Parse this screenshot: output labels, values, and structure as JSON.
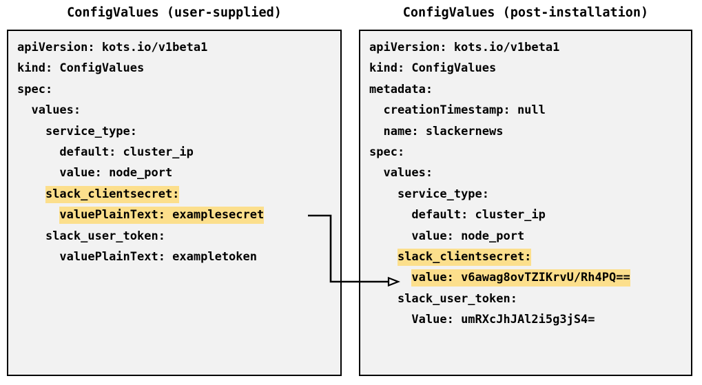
{
  "diagram": {
    "type": "two-panel-yaml-comparison",
    "background": "#ffffff",
    "highlight_color": "#fcdf8c",
    "panel_background": "#f2f2f2",
    "border_color": "#000000",
    "connector": {
      "name": "encryption-arrow",
      "from_label": "valuePlainText: examplesecret",
      "to_label": "value: v6awag8ovTZIKrvU/Rh4PQ==",
      "arrowhead": "open-triangle"
    }
  },
  "left_panel": {
    "title": "ConfigValues (user-supplied)",
    "lines": [
      {
        "text": "apiVersion: kots.io/v1beta1",
        "highlight": false
      },
      {
        "text": "kind: ConfigValues",
        "highlight": false
      },
      {
        "text": "spec:",
        "highlight": false
      },
      {
        "text": "  values:",
        "highlight": false
      },
      {
        "text": "    service_type:",
        "highlight": false
      },
      {
        "text": "      default: cluster_ip",
        "highlight": false
      },
      {
        "text": "      value: node_port",
        "highlight": false
      },
      {
        "text": "    slack_clientsecret:",
        "highlight": true
      },
      {
        "text": "      valuePlainText: examplesecret",
        "highlight": true
      },
      {
        "text": "    slack_user_token:",
        "highlight": false
      },
      {
        "text": "      valuePlainText: exampletoken",
        "highlight": false
      }
    ]
  },
  "right_panel": {
    "title": "ConfigValues (post-installation)",
    "lines": [
      {
        "text": "apiVersion: kots.io/v1beta1",
        "highlight": false
      },
      {
        "text": "kind: ConfigValues",
        "highlight": false
      },
      {
        "text": "metadata:",
        "highlight": false
      },
      {
        "text": "  creationTimestamp: null",
        "highlight": false
      },
      {
        "text": "  name: slackernews",
        "highlight": false
      },
      {
        "text": "spec:",
        "highlight": false
      },
      {
        "text": "  values:",
        "highlight": false
      },
      {
        "text": "    service_type:",
        "highlight": false
      },
      {
        "text": "      default: cluster_ip",
        "highlight": false
      },
      {
        "text": "      value: node_port",
        "highlight": false
      },
      {
        "text": "    slack_clientsecret:",
        "highlight": true
      },
      {
        "text": "      value: v6awag8ovTZIKrvU/Rh4PQ==",
        "highlight": true
      },
      {
        "text": "    slack_user_token:",
        "highlight": false
      },
      {
        "text": "      Value: umRXcJhJAl2i5g3jS4=",
        "highlight": false
      }
    ]
  }
}
